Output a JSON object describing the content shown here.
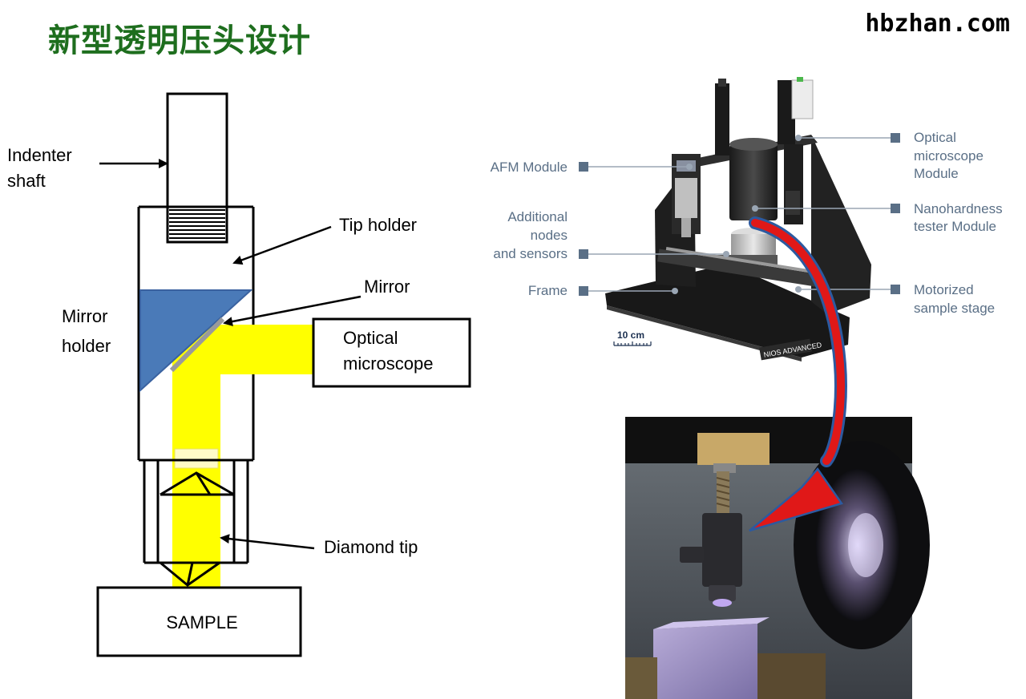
{
  "title": {
    "bold_part": "新型透明",
    "rest_part": "压头设计"
  },
  "watermark": "hbzhan.com",
  "diagram": {
    "indenter_shaft": [
      "Indenter",
      "shaft"
    ],
    "tip_holder": "Tip holder",
    "mirror": "Mirror",
    "mirror_holder": [
      "Mirror",
      "holder"
    ],
    "optical_microscope": [
      "Optical",
      "microscope"
    ],
    "diamond_tip": "Diamond tip",
    "sample": "SAMPLE"
  },
  "photo": {
    "afm_module": "AFM Module",
    "optical_module": [
      "Optical",
      "microscope",
      "Module"
    ],
    "additional": [
      "Additional",
      "nodes",
      "and sensors"
    ],
    "nanohardness": [
      "Nanohardness",
      "tester Module"
    ],
    "frame": "Frame",
    "motorized": [
      "Motorized",
      "sample stage"
    ],
    "scale": "10 cm",
    "plate": "NIOS ADVANCED"
  },
  "colors": {
    "title_green": "#1e6e1e",
    "mirror_blue": "#4a7ab8",
    "light_yellow": "#ffff00",
    "arrow_red": "#e01818",
    "arrow_blue": "#2c5aa0"
  }
}
